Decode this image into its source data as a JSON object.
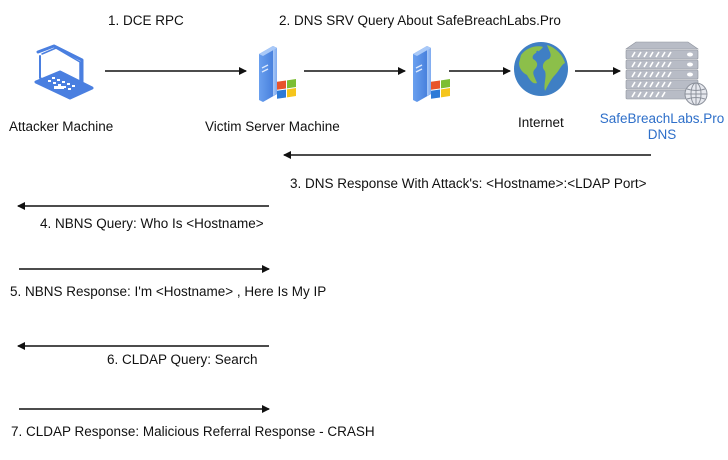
{
  "diagram": {
    "nodes": {
      "attacker": {
        "label": "Attacker Machine",
        "icon": "laptop-icon"
      },
      "victim": {
        "label": "Victim Server Machine",
        "icon": "windows-server-icon"
      },
      "server2": {
        "label": "",
        "icon": "windows-server-icon"
      },
      "internet": {
        "label": "Internet",
        "icon": "globe-icon"
      },
      "dns": {
        "label_line1": "SafeBreachLabs.Pro",
        "label_line2": "DNS",
        "icon": "dns-server-icon"
      }
    },
    "steps": [
      {
        "label": "1. DCE RPC",
        "direction": "right"
      },
      {
        "label": "2. DNS SRV Query About SafeBreachLabs.Pro",
        "direction": "right"
      },
      {
        "label": "3. DNS Response With Attack's: <Hostname>:<LDAP Port>",
        "direction": "left"
      },
      {
        "label": "4. NBNS Query: Who Is <Hostname>",
        "direction": "left"
      },
      {
        "label": "5. NBNS Response: I'm <Hostname> , Here Is My IP",
        "direction": "right"
      },
      {
        "label": "6. CLDAP Query: Search",
        "direction": "left"
      },
      {
        "label": "7. CLDAP Response: Malicious Referral Response - CRASH",
        "direction": "right"
      }
    ],
    "colors": {
      "device_blue": "#4a7fe0",
      "dns_label_blue": "#2e6fc9",
      "globe_ocean": "#3f7fc4",
      "globe_land": "#8cbf4a",
      "rack_gray": "#b8bcc6",
      "arrow": "#111111"
    }
  }
}
